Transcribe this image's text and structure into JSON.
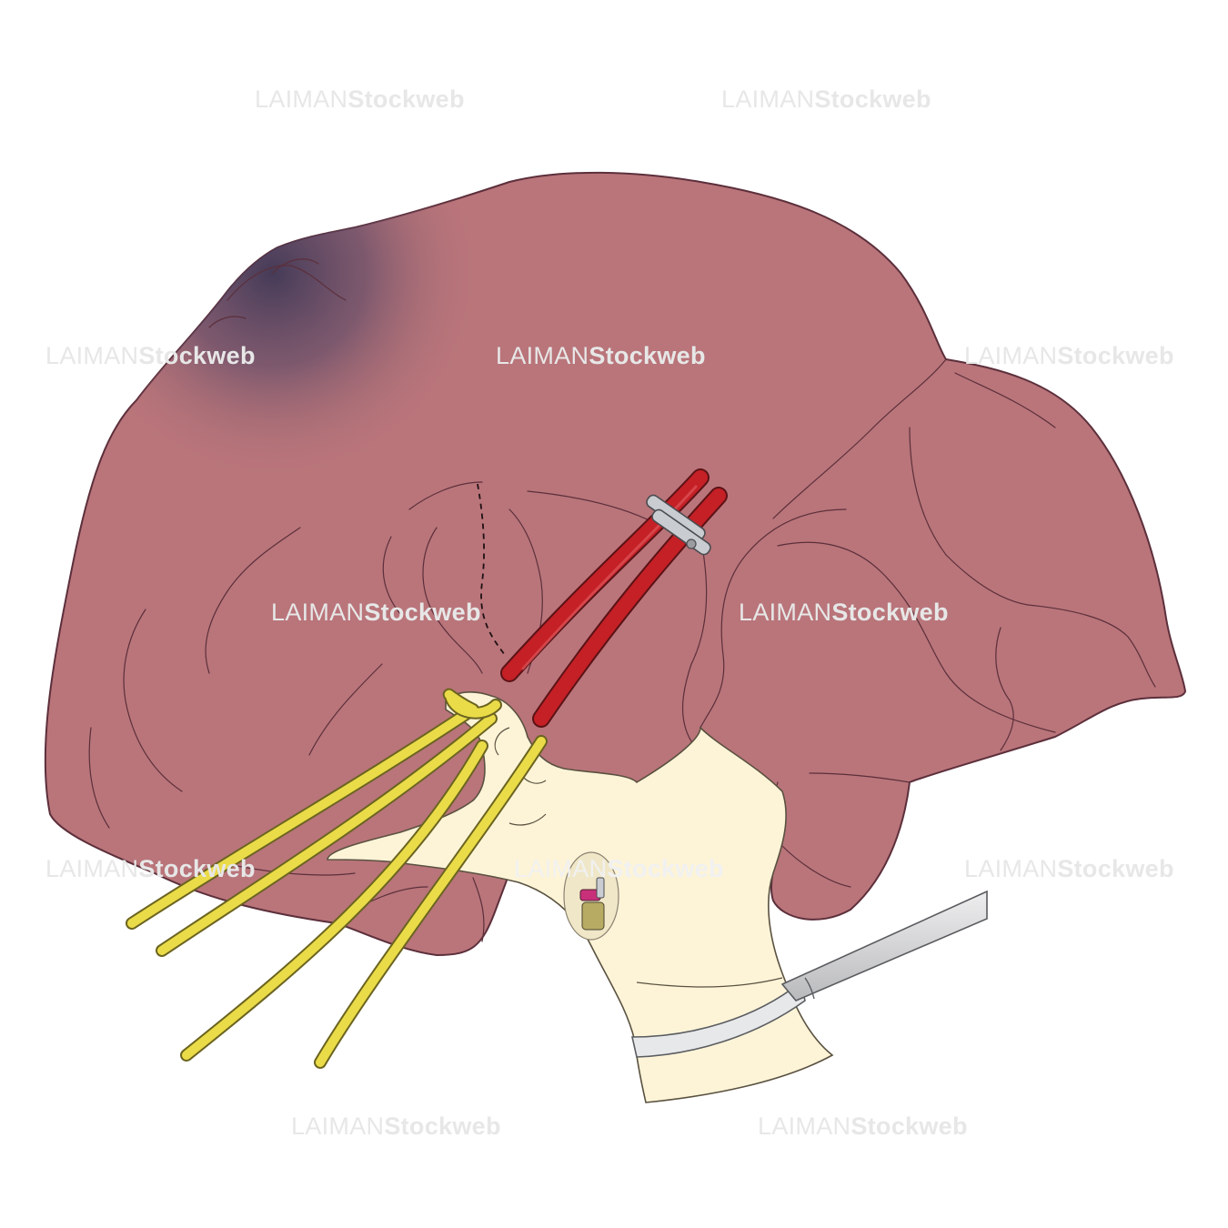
{
  "watermark": {
    "brand": "LAIMAN",
    "suffix": "Stockweb"
  },
  "colors": {
    "liver": "#b9757a",
    "liver_dark": "#3f3856",
    "outline": "#5c2f3b",
    "glove": "#fdf4d8",
    "tape": "#eadb48",
    "vessel": "#c42026",
    "clip": "#c9ccd0",
    "instrument": "#d6d7d9"
  },
  "icons": [
    "liver-illustration",
    "surgical-glove-hand",
    "vessel-tape",
    "hepatic-vein",
    "vascular-clamp",
    "laparoscopic-instrument"
  ]
}
